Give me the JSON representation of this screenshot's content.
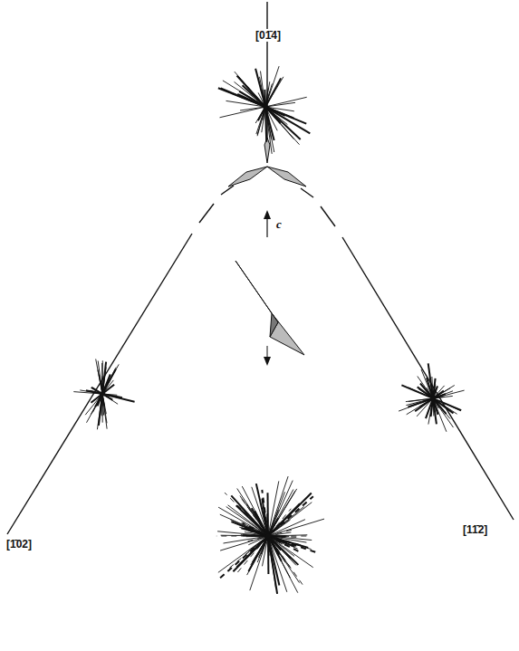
{
  "diagram": {
    "labels": [
      "[01̄4]",
      "[1̄02]",
      "[11̄2]",
      "c"
    ]
  }
}
